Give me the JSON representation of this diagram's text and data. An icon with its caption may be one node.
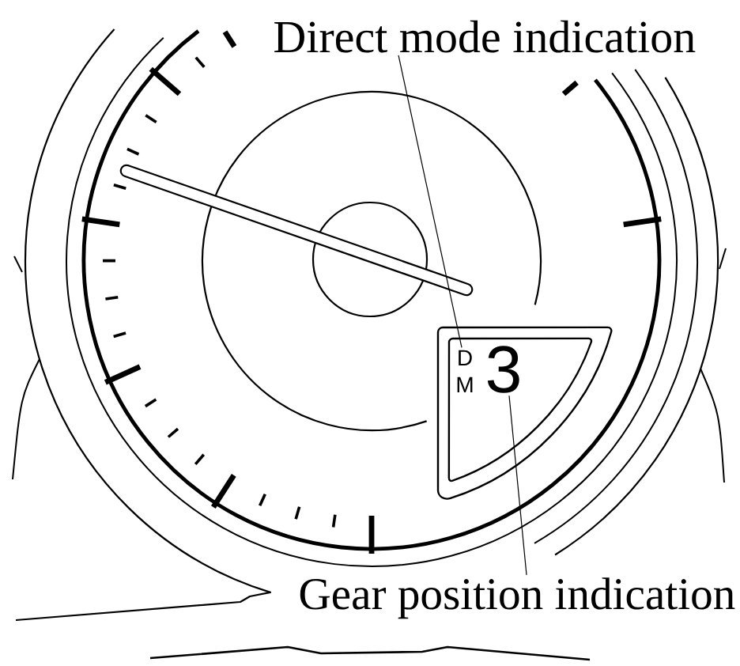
{
  "diagram": {
    "nodes": [
      {
        "text": [
          "Direct mode indication"
        ]
      },
      {
        "text": [],
        "shape": "box"
      },
      {
        "text": [
          "D M"
        ],
        "in": 1
      },
      {
        "text": [
          "3"
        ],
        "in": 1
      },
      {
        "text": [
          "Gear position indication"
        ]
      }
    ],
    "edges": [
      {
        "from": 0,
        "to": 2,
        "arrow": "none"
      },
      {
        "from": 4,
        "to": 3,
        "arrow": "none"
      }
    ]
  }
}
